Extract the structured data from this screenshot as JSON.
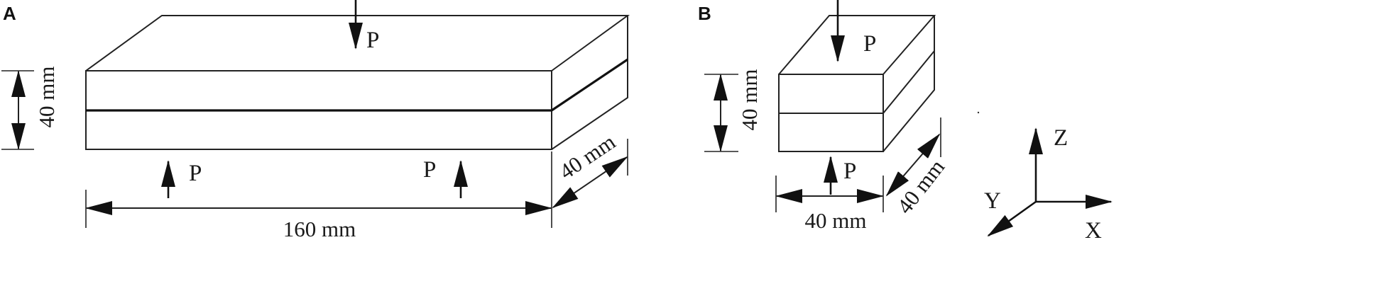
{
  "panels": [
    {
      "label": "A",
      "dimensions": {
        "height": "40 mm",
        "length": "160 mm",
        "depth": "40 mm"
      },
      "loads": {
        "top": "P",
        "support_left": "P",
        "support_right": "P"
      }
    },
    {
      "label": "B",
      "dimensions": {
        "height": "40 mm",
        "width": "40 mm",
        "depth": "40 mm"
      },
      "loads": {
        "top": "P",
        "bottom": "P"
      }
    }
  ],
  "axes": {
    "x": "X",
    "y": "Y",
    "z": "Z"
  },
  "colors": {
    "line": "#222222",
    "arrow": "#111111",
    "background": "#ffffff"
  }
}
